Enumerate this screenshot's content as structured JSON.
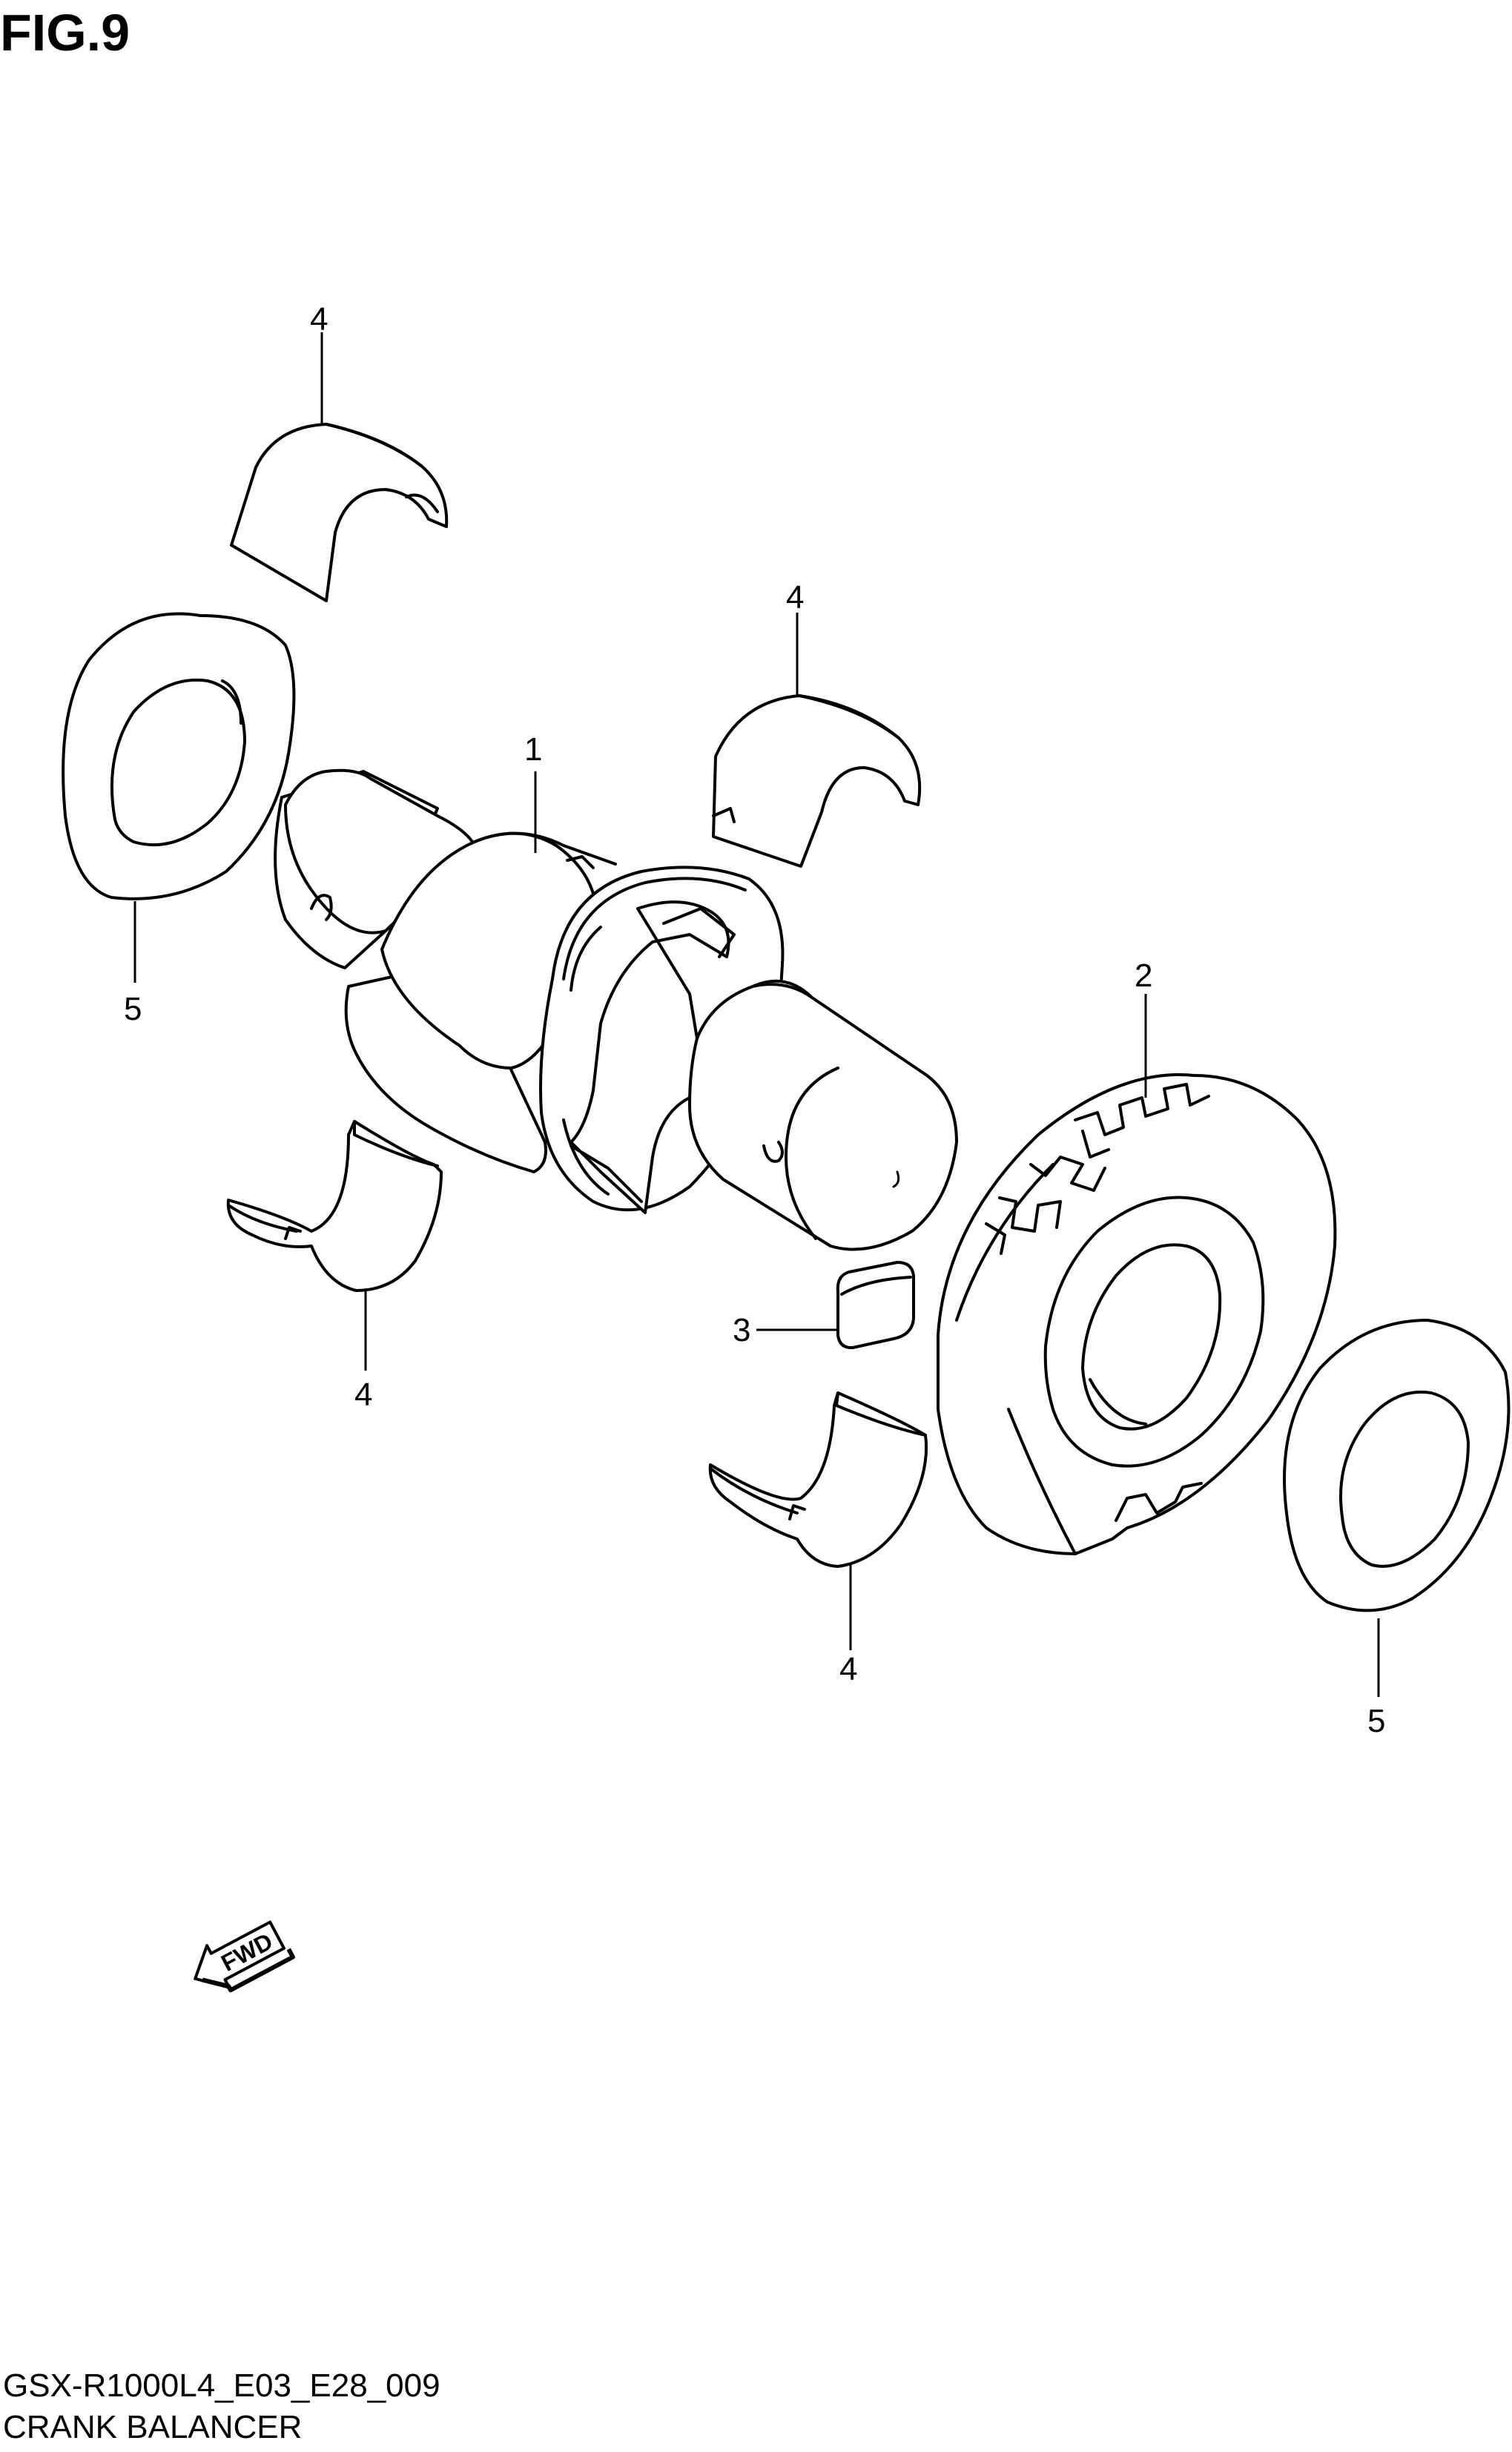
{
  "figure": {
    "title": "FIG.9"
  },
  "callouts": [
    {
      "id": "c4a",
      "text": "4"
    },
    {
      "id": "c4b",
      "text": "4"
    },
    {
      "id": "c1",
      "text": "1"
    },
    {
      "id": "c5a",
      "text": "5"
    },
    {
      "id": "c2",
      "text": "2"
    },
    {
      "id": "c3",
      "text": "3"
    },
    {
      "id": "c4c",
      "text": "4"
    },
    {
      "id": "c4d",
      "text": "4"
    },
    {
      "id": "c5b",
      "text": "5"
    }
  ],
  "direction_badge": {
    "text": "FWD",
    "icon": "fwd-arrow-icon"
  },
  "footer": {
    "code": "GSX-R1000L4_E03_E28_009",
    "name": "CRANK BALANCER"
  }
}
